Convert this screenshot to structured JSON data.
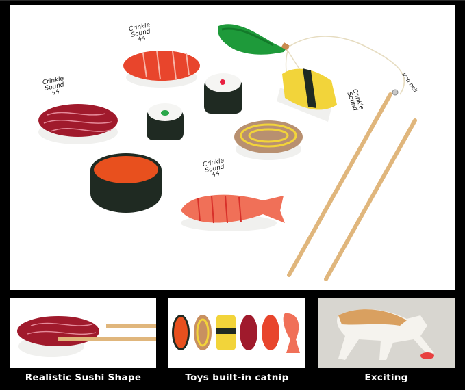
{
  "main_image": {
    "items": [
      {
        "name": "tuna-nigiri",
        "note": "Crinkle Sound"
      },
      {
        "name": "salmon-nigiri",
        "note": "Crinkle Sound"
      },
      {
        "name": "cucumber-maki"
      },
      {
        "name": "tuna-maki"
      },
      {
        "name": "salmon-roe-gunkan"
      },
      {
        "name": "shrimp-nigiri",
        "note": "Crinkle Sound"
      },
      {
        "name": "tamago-roll-nigiri"
      },
      {
        "name": "tamago-nigiri",
        "note": "Crinkle Sound"
      },
      {
        "name": "feather-wand"
      },
      {
        "name": "chopstick-wand"
      },
      {
        "name": "chopstick"
      }
    ],
    "labels": {
      "crinkle": [
        "Crinkle",
        "Sound"
      ],
      "bell": "iron bell"
    }
  },
  "features": [
    {
      "caption": "Realistic Sushi Shape"
    },
    {
      "caption": "Toys built-in catnip"
    },
    {
      "caption": "Exciting"
    }
  ],
  "colors": {
    "background": "#000000",
    "panel": "#ffffff",
    "tuna": "#a01a2c",
    "salmon": "#e8452c",
    "roe": "#e8501e",
    "nori": "#1f2a22",
    "rice": "#f2f2f0",
    "tamago": "#f2d43a",
    "chopstick": "#e0b67c",
    "feather": "#1e9a3a"
  }
}
